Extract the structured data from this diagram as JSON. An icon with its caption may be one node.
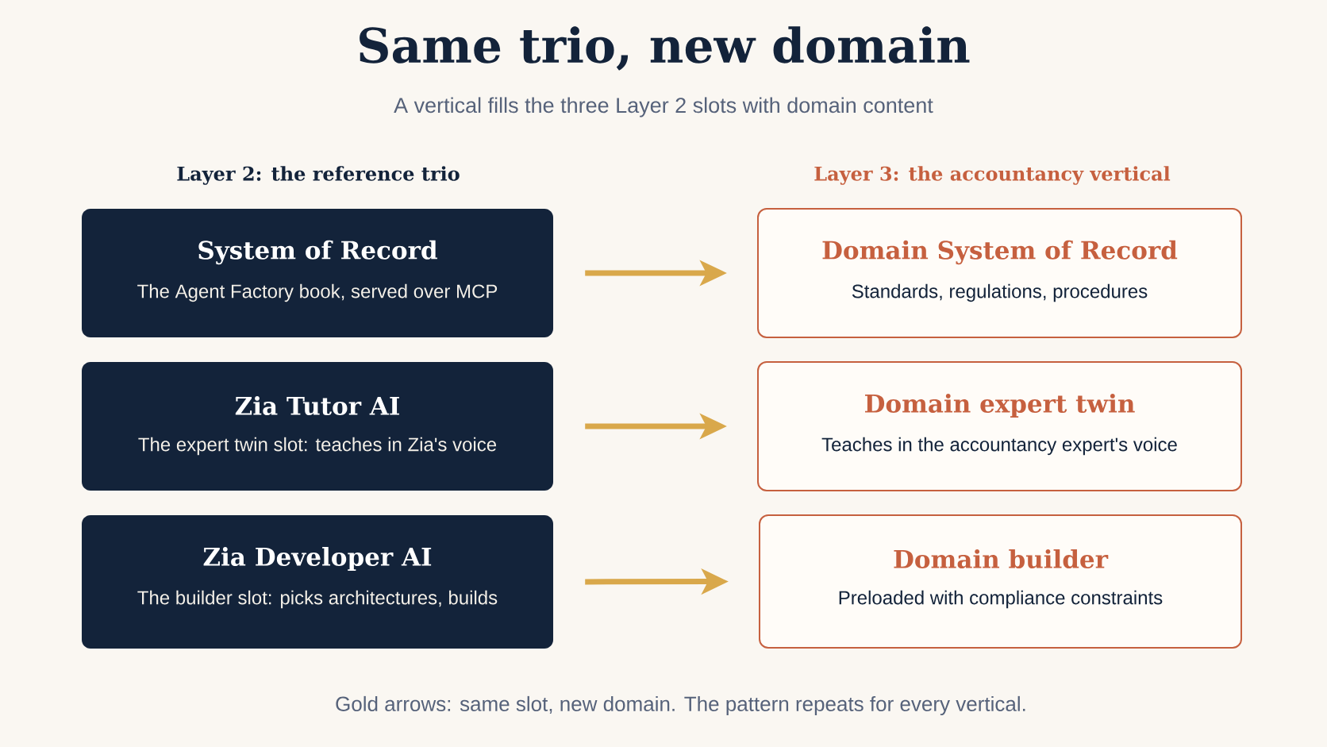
{
  "diagram": {
    "title": "Same trio, new domain",
    "caption": "Gold arrows: same slot, new domain. The pattern repeats for every vertical.",
    "nodes": [
      {
        "text": [
          "System of Record",
          "The Agent Factory book, served over MCP"
        ]
      },
      {
        "text": [
          "Zia Tutor AI",
          "The expert twin slot: teaches in Zia's voice"
        ]
      },
      {
        "text": [
          "Zia Developer AI",
          "The builder slot: picks architectures, builds"
        ]
      },
      {
        "text": [
          "Domain System of Record",
          "Standards, regulations, procedures"
        ]
      },
      {
        "text": [
          "Domain expert twin",
          "Teaches in the accountancy expert's voice"
        ]
      },
      {
        "text": [
          "Domain builder",
          "Preloaded with compliance constraints"
        ]
      }
    ],
    "edges": [
      {
        "from": 0,
        "to": 3,
        "arrow": "to"
      },
      {
        "from": 1,
        "to": 4,
        "arrow": "to"
      },
      {
        "from": 2,
        "to": 5,
        "arrow": "to"
      }
    ],
    "labels": [
      "A vertical fills the three Layer 2 slots with domain content",
      "Layer 2: the reference trio",
      "Layer 3: the accountancy vertical"
    ]
  }
}
